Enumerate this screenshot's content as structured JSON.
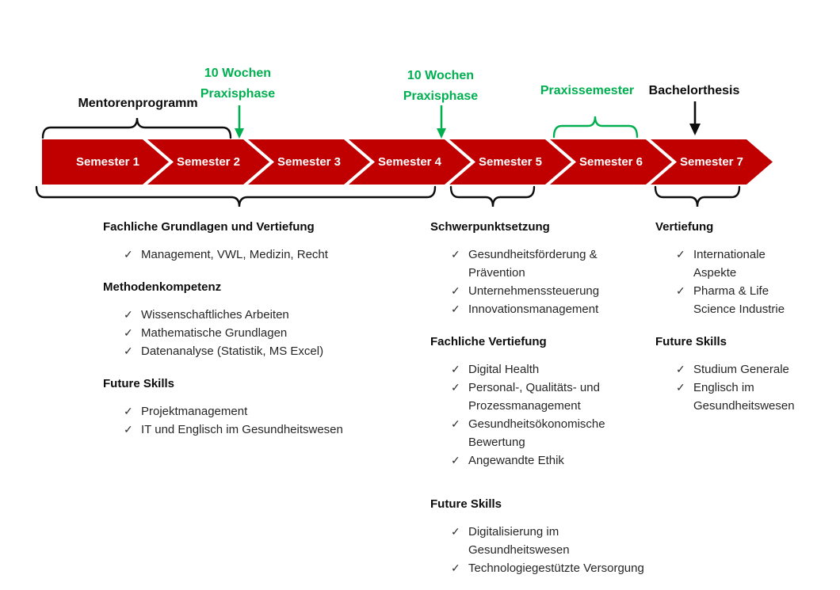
{
  "colors": {
    "arrow_red": "#C00000",
    "accent_green": "#00B050",
    "text_black": "#0d0d0d"
  },
  "icons": {
    "checkmark": "✓"
  },
  "timeline": {
    "semesters": [
      {
        "label": "Semester 1"
      },
      {
        "label": "Semester 2"
      },
      {
        "label": "Semester 3"
      },
      {
        "label": "Semester 4"
      },
      {
        "label": "Semester 5"
      },
      {
        "label": "Semester 6"
      },
      {
        "label": "Semester 7"
      }
    ],
    "annotations": {
      "mentorenprogramm": {
        "label": "Mentorenprogramm"
      },
      "praxisphase_1": {
        "label": "10 Wochen\nPraxisphase"
      },
      "praxisphase_2": {
        "label": "10 Wochen\nPraxisphase"
      },
      "praxissemester": {
        "label": "Praxissemester"
      },
      "bachelorthesis": {
        "label": "Bachelorthesis"
      }
    }
  },
  "columns": [
    {
      "name": "semester-1-4",
      "sections": [
        {
          "heading": "Fachliche Grundlagen und Vertiefung",
          "items": [
            "Management, VWL, Medizin, Recht"
          ]
        },
        {
          "heading": "Methodenkompetenz",
          "items": [
            "Wissenschaftliches Arbeiten",
            "Mathematische Grundlagen",
            "Datenanalyse (Statistik, MS Excel)"
          ]
        },
        {
          "heading": "Future Skills",
          "items": [
            "Projektmanagement",
            "IT und Englisch im Gesundheitswesen"
          ]
        }
      ]
    },
    {
      "name": "semester-5",
      "sections": [
        {
          "heading": "Schwerpunktsetzung",
          "items": [
            "Gesundheitsförderung &\nPrävention",
            "Unternehmenssteuerung",
            "Innovationsmanagement"
          ]
        },
        {
          "heading": "Fachliche Vertiefung",
          "items": [
            "Digital Health",
            "Personal-, Qualitäts- und\nProzessmanagement",
            "Gesundheitsökonomische\nBewertung",
            "Angewandte Ethik"
          ]
        },
        {
          "heading": "Future Skills",
          "items": [
            "Digitalisierung im\nGesundheitswesen",
            "Technologiegestützte Versorgung"
          ]
        }
      ]
    },
    {
      "name": "semester-7",
      "sections": [
        {
          "heading": "Vertiefung",
          "items": [
            "Internationale\nAspekte",
            "Pharma & Life\nScience Industrie"
          ]
        },
        {
          "heading": "Future Skills",
          "items": [
            "Studium Generale",
            "Englisch im\nGesundheitswesen"
          ]
        }
      ]
    }
  ]
}
